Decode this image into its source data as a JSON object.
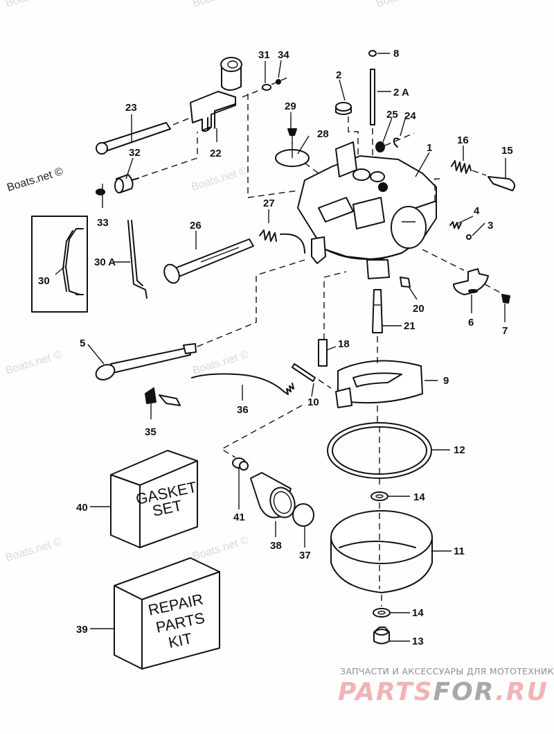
{
  "diagram": {
    "title": "Carburetor exploded parts diagram",
    "callouts": [
      "1",
      "2",
      "2 A",
      "3",
      "4",
      "5",
      "6",
      "7",
      "8",
      "9",
      "10",
      "11",
      "12",
      "13",
      "14",
      "14",
      "15",
      "16",
      "18",
      "20",
      "21",
      "22",
      "23",
      "24",
      "25",
      "26",
      "27",
      "28",
      "29",
      "30",
      "30 A",
      "31",
      "32",
      "33",
      "34",
      "35",
      "36",
      "37",
      "38",
      "39",
      "40",
      "41"
    ],
    "gasket_set_box": {
      "line1": "GASKET",
      "line2": "SET"
    },
    "repair_kit_box": {
      "line1": "REPAIR",
      "line2": "PARTS",
      "line3": "KIT"
    }
  },
  "watermarks": {
    "text": "Boats.net ©"
  },
  "branding": {
    "subtitle": "ЗАПЧАСТИ И АКСЕССУАРЫ ДЛЯ МОТОТЕХНИКИ",
    "logo_part1": "PARTS",
    "logo_part2": "FOR",
    "logo_part3": ".RU"
  }
}
